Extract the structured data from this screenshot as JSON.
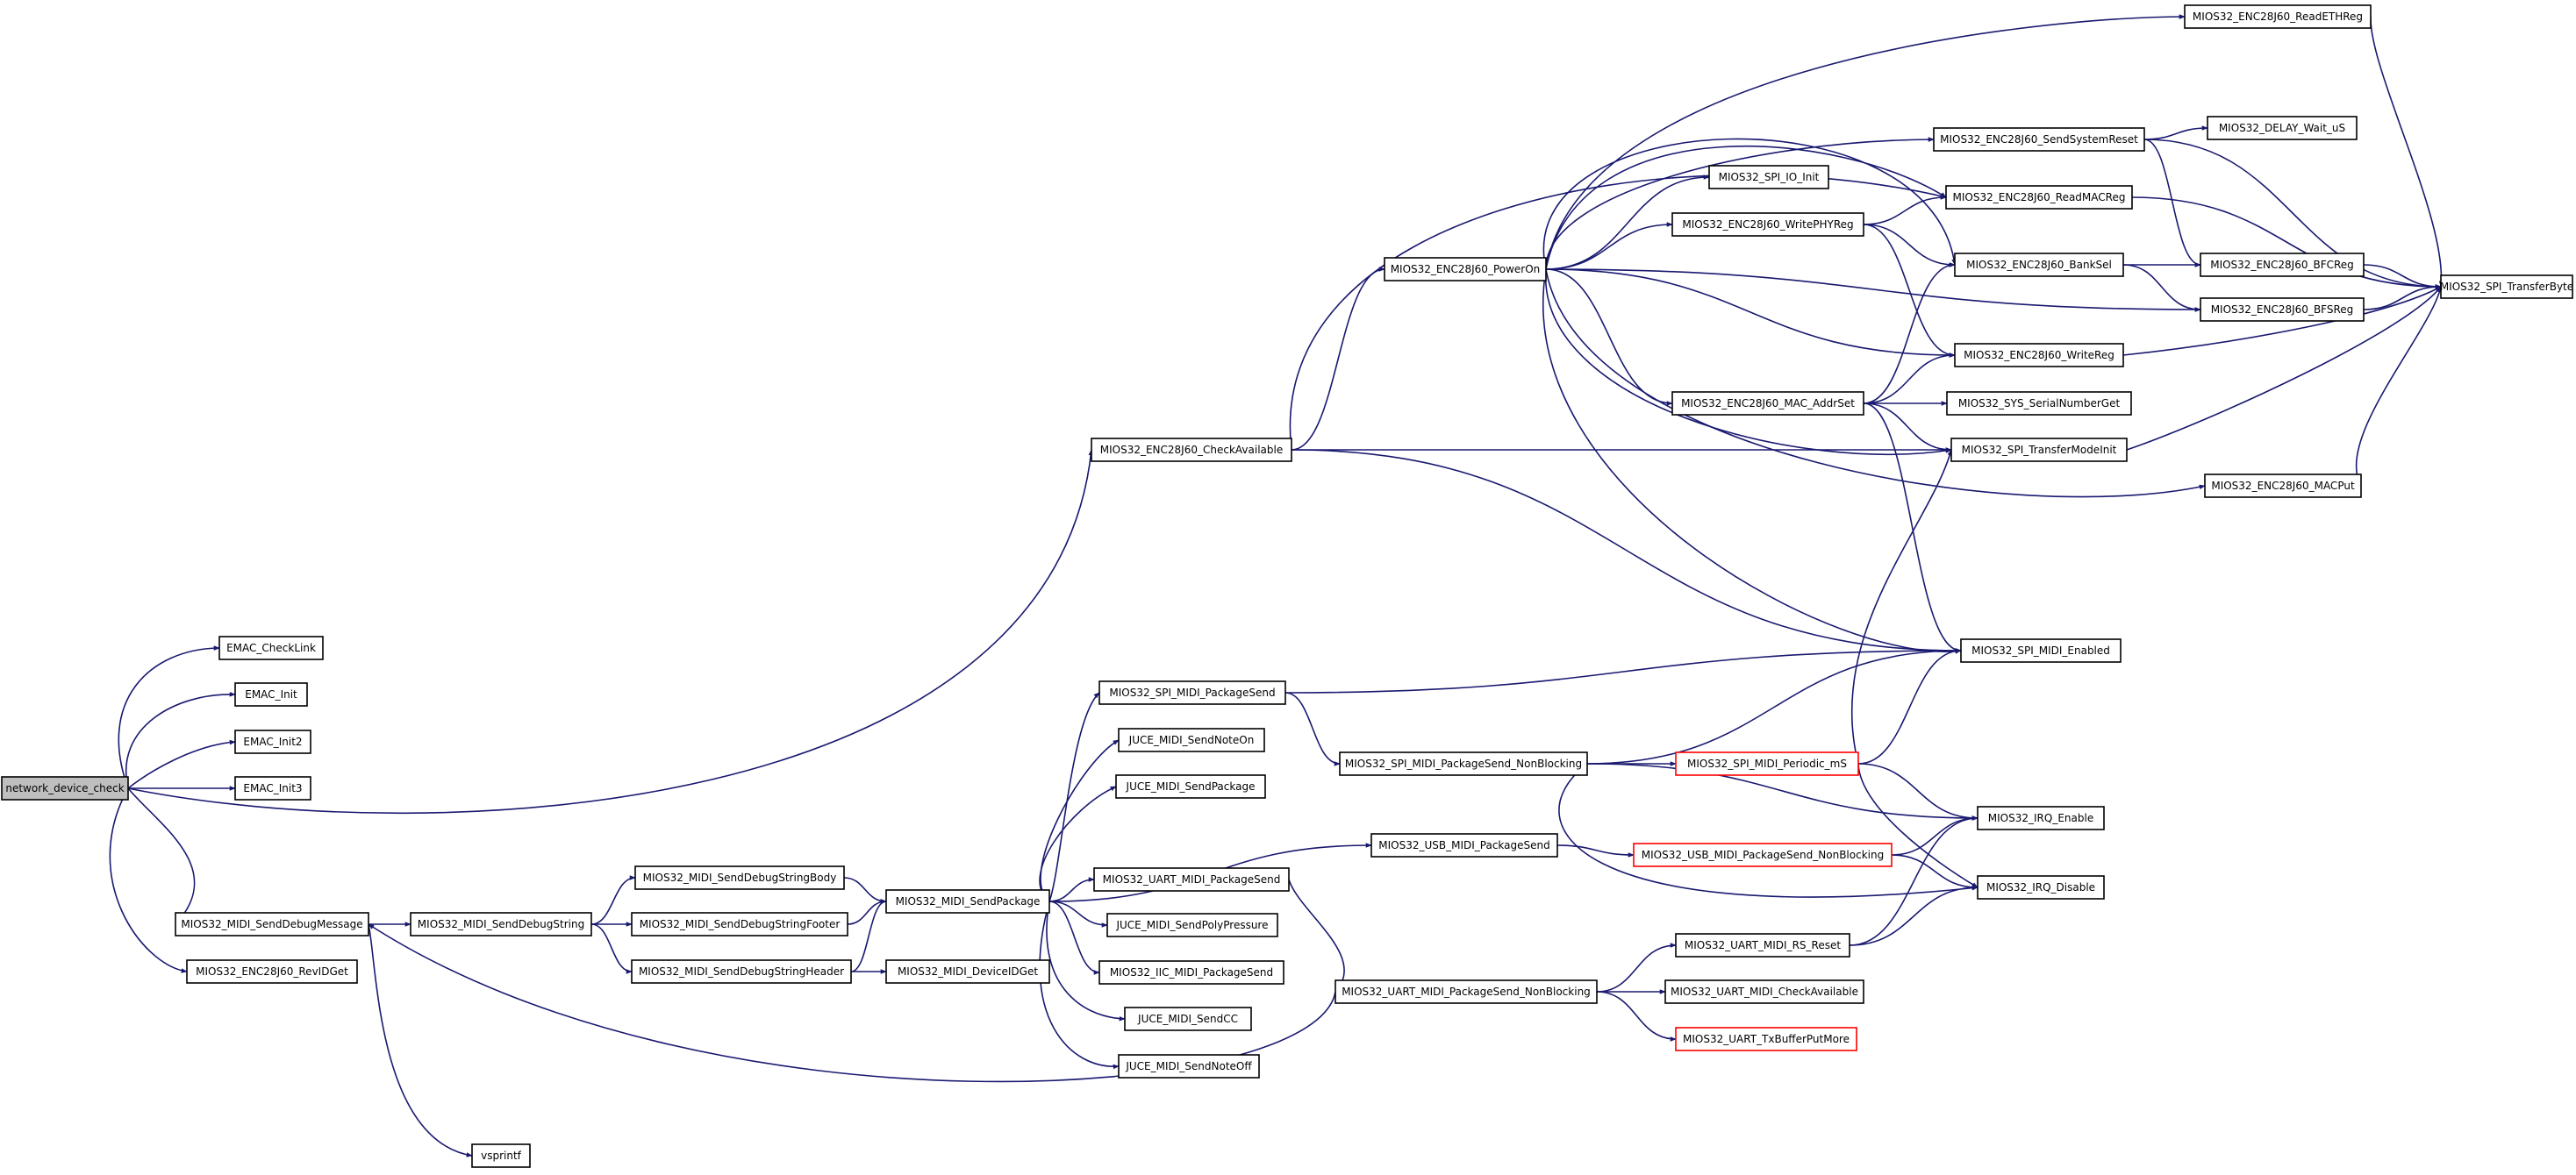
{
  "title": "network_device_check call graph",
  "colors": {
    "edge": "#191970",
    "box_border": "#000000",
    "truncated_border": "#ff0000",
    "root_fill": "#bfbfbf"
  },
  "nodes": [
    {
      "id": "network_device_check",
      "label": "network_device_check",
      "kind": "root"
    },
    {
      "id": "EMAC_CheckLink",
      "label": "EMAC_CheckLink"
    },
    {
      "id": "EMAC_Init",
      "label": "EMAC_Init"
    },
    {
      "id": "EMAC_Init2",
      "label": "EMAC_Init2"
    },
    {
      "id": "EMAC_Init3",
      "label": "EMAC_Init3"
    },
    {
      "id": "MIOS32_MIDI_SendDebugMessage",
      "label": "MIOS32_MIDI_SendDebugMessage"
    },
    {
      "id": "MIOS32_ENC28J60_RevIDGet",
      "label": "MIOS32_ENC28J60_RevIDGet"
    },
    {
      "id": "MIOS32_MIDI_SendDebugString",
      "label": "MIOS32_MIDI_SendDebugString"
    },
    {
      "id": "vsprintf",
      "label": "vsprintf"
    },
    {
      "id": "MIOS32_MIDI_SendDebugStringBody",
      "label": "MIOS32_MIDI_SendDebugStringBody"
    },
    {
      "id": "MIOS32_MIDI_SendDebugStringFooter",
      "label": "MIOS32_MIDI_SendDebugStringFooter"
    },
    {
      "id": "MIOS32_MIDI_SendDebugStringHeader",
      "label": "MIOS32_MIDI_SendDebugStringHeader"
    },
    {
      "id": "MIOS32_MIDI_SendPackage",
      "label": "MIOS32_MIDI_SendPackage"
    },
    {
      "id": "MIOS32_MIDI_DeviceIDGet",
      "label": "MIOS32_MIDI_DeviceIDGet"
    },
    {
      "id": "MIOS32_SPI_MIDI_PackageSend",
      "label": "MIOS32_SPI_MIDI_PackageSend"
    },
    {
      "id": "JUCE_MIDI_SendNoteOn",
      "label": "JUCE_MIDI_SendNoteOn"
    },
    {
      "id": "JUCE_MIDI_SendPackage",
      "label": "JUCE_MIDI_SendPackage"
    },
    {
      "id": "MIOS32_UART_MIDI_PackageSend",
      "label": "MIOS32_UART_MIDI_PackageSend"
    },
    {
      "id": "JUCE_MIDI_SendPolyPressure",
      "label": "JUCE_MIDI_SendPolyPressure"
    },
    {
      "id": "MIOS32_IIC_MIDI_PackageSend",
      "label": "MIOS32_IIC_MIDI_PackageSend"
    },
    {
      "id": "JUCE_MIDI_SendCC",
      "label": "JUCE_MIDI_SendCC"
    },
    {
      "id": "JUCE_MIDI_SendNoteOff",
      "label": "JUCE_MIDI_SendNoteOff"
    },
    {
      "id": "MIOS32_ENC28J60_CheckAvailable",
      "label": "MIOS32_ENC28J60_CheckAvailable"
    },
    {
      "id": "MIOS32_ENC28J60_PowerOn",
      "label": "MIOS32_ENC28J60_PowerOn"
    },
    {
      "id": "MIOS32_SPI_MIDI_PackageSend_NonBlocking",
      "label": "MIOS32_SPI_MIDI_PackageSend_NonBlocking"
    },
    {
      "id": "MIOS32_USB_MIDI_PackageSend",
      "label": "MIOS32_USB_MIDI_PackageSend"
    },
    {
      "id": "MIOS32_UART_MIDI_PackageSend_NonBlocking",
      "label": "MIOS32_UART_MIDI_PackageSend_NonBlocking"
    },
    {
      "id": "MIOS32_SPI_IO_Init",
      "label": "MIOS32_SPI_IO_Init"
    },
    {
      "id": "MIOS32_ENC28J60_WritePHYReg",
      "label": "MIOS32_ENC28J60_WritePHYReg"
    },
    {
      "id": "MIOS32_ENC28J60_MAC_AddrSet",
      "label": "MIOS32_ENC28J60_MAC_AddrSet"
    },
    {
      "id": "MIOS32_SPI_MIDI_Periodic_mS",
      "label": "MIOS32_SPI_MIDI_Periodic_mS",
      "kind": "truncated"
    },
    {
      "id": "MIOS32_USB_MIDI_PackageSend_NonBlocking",
      "label": "MIOS32_USB_MIDI_PackageSend_NonBlocking",
      "kind": "truncated"
    },
    {
      "id": "MIOS32_UART_MIDI_RS_Reset",
      "label": "MIOS32_UART_MIDI_RS_Reset"
    },
    {
      "id": "MIOS32_UART_MIDI_CheckAvailable",
      "label": "MIOS32_UART_MIDI_CheckAvailable"
    },
    {
      "id": "MIOS32_UART_TxBufferPutMore",
      "label": "MIOS32_UART_TxBufferPutMore",
      "kind": "truncated"
    },
    {
      "id": "MIOS32_ENC28J60_SendSystemReset",
      "label": "MIOS32_ENC28J60_SendSystemReset"
    },
    {
      "id": "MIOS32_ENC28J60_ReadMACReg",
      "label": "MIOS32_ENC28J60_ReadMACReg"
    },
    {
      "id": "MIOS32_ENC28J60_BankSel",
      "label": "MIOS32_ENC28J60_BankSel"
    },
    {
      "id": "MIOS32_ENC28J60_WriteReg",
      "label": "MIOS32_ENC28J60_WriteReg"
    },
    {
      "id": "MIOS32_SYS_SerialNumberGet",
      "label": "MIOS32_SYS_SerialNumberGet"
    },
    {
      "id": "MIOS32_SPI_TransferModeInit",
      "label": "MIOS32_SPI_TransferModeInit"
    },
    {
      "id": "MIOS32_SPI_MIDI_Enabled",
      "label": "MIOS32_SPI_MIDI_Enabled"
    },
    {
      "id": "MIOS32_IRQ_Enable",
      "label": "MIOS32_IRQ_Enable"
    },
    {
      "id": "MIOS32_IRQ_Disable",
      "label": "MIOS32_IRQ_Disable"
    },
    {
      "id": "MIOS32_ENC28J60_ReadETHReg",
      "label": "MIOS32_ENC28J60_ReadETHReg"
    },
    {
      "id": "MIOS32_DELAY_Wait_uS",
      "label": "MIOS32_DELAY_Wait_uS"
    },
    {
      "id": "MIOS32_ENC28J60_BFCReg",
      "label": "MIOS32_ENC28J60_BFCReg"
    },
    {
      "id": "MIOS32_ENC28J60_BFSReg",
      "label": "MIOS32_ENC28J60_BFSReg"
    },
    {
      "id": "MIOS32_ENC28J60_MACPut",
      "label": "MIOS32_ENC28J60_MACPut"
    },
    {
      "id": "MIOS32_SPI_TransferByte",
      "label": "MIOS32_SPI_TransferByte"
    }
  ],
  "edges": [
    [
      "network_device_check",
      "EMAC_CheckLink"
    ],
    [
      "network_device_check",
      "EMAC_Init"
    ],
    [
      "network_device_check",
      "EMAC_Init2"
    ],
    [
      "network_device_check",
      "EMAC_Init3"
    ],
    [
      "network_device_check",
      "MIOS32_MIDI_SendDebugMessage"
    ],
    [
      "network_device_check",
      "MIOS32_ENC28J60_RevIDGet"
    ],
    [
      "network_device_check",
      "MIOS32_ENC28J60_CheckAvailable"
    ],
    [
      "MIOS32_MIDI_SendDebugMessage",
      "MIOS32_MIDI_SendDebugString"
    ],
    [
      "MIOS32_MIDI_SendDebugMessage",
      "vsprintf"
    ],
    [
      "MIOS32_MIDI_SendDebugString",
      "MIOS32_MIDI_SendDebugStringBody"
    ],
    [
      "MIOS32_MIDI_SendDebugString",
      "MIOS32_MIDI_SendDebugStringFooter"
    ],
    [
      "MIOS32_MIDI_SendDebugString",
      "MIOS32_MIDI_SendDebugStringHeader"
    ],
    [
      "MIOS32_MIDI_SendDebugStringBody",
      "MIOS32_MIDI_SendPackage"
    ],
    [
      "MIOS32_MIDI_SendDebugStringFooter",
      "MIOS32_MIDI_SendPackage"
    ],
    [
      "MIOS32_MIDI_SendDebugStringHeader",
      "MIOS32_MIDI_SendPackage"
    ],
    [
      "MIOS32_MIDI_SendDebugStringHeader",
      "MIOS32_MIDI_DeviceIDGet"
    ],
    [
      "MIOS32_MIDI_SendPackage",
      "MIOS32_SPI_MIDI_PackageSend"
    ],
    [
      "MIOS32_MIDI_SendPackage",
      "JUCE_MIDI_SendNoteOn"
    ],
    [
      "MIOS32_MIDI_SendPackage",
      "JUCE_MIDI_SendPackage"
    ],
    [
      "MIOS32_MIDI_SendPackage",
      "MIOS32_USB_MIDI_PackageSend"
    ],
    [
      "MIOS32_MIDI_SendPackage",
      "MIOS32_UART_MIDI_PackageSend"
    ],
    [
      "MIOS32_MIDI_SendPackage",
      "JUCE_MIDI_SendPolyPressure"
    ],
    [
      "MIOS32_MIDI_SendPackage",
      "MIOS32_IIC_MIDI_PackageSend"
    ],
    [
      "MIOS32_MIDI_SendPackage",
      "JUCE_MIDI_SendCC"
    ],
    [
      "MIOS32_MIDI_SendPackage",
      "JUCE_MIDI_SendNoteOff"
    ],
    [
      "MIOS32_SPI_MIDI_PackageSend",
      "MIOS32_SPI_MIDI_Enabled"
    ],
    [
      "MIOS32_SPI_MIDI_PackageSend",
      "MIOS32_SPI_MIDI_PackageSend_NonBlocking"
    ],
    [
      "MIOS32_SPI_MIDI_PackageSend_NonBlocking",
      "MIOS32_SPI_MIDI_Periodic_mS"
    ],
    [
      "MIOS32_SPI_MIDI_PackageSend_NonBlocking",
      "MIOS32_SPI_MIDI_Enabled"
    ],
    [
      "MIOS32_SPI_MIDI_PackageSend_NonBlocking",
      "MIOS32_IRQ_Enable"
    ],
    [
      "MIOS32_SPI_MIDI_PackageSend_NonBlocking",
      "MIOS32_IRQ_Disable"
    ],
    [
      "MIOS32_SPI_MIDI_Periodic_mS",
      "MIOS32_SPI_TransferModeInit"
    ],
    [
      "MIOS32_SPI_MIDI_Periodic_mS",
      "MIOS32_SPI_MIDI_Enabled"
    ],
    [
      "MIOS32_SPI_MIDI_Periodic_mS",
      "MIOS32_IRQ_Enable"
    ],
    [
      "MIOS32_SPI_MIDI_Periodic_mS",
      "MIOS32_IRQ_Disable"
    ],
    [
      "MIOS32_USB_MIDI_PackageSend",
      "MIOS32_USB_MIDI_PackageSend_NonBlocking"
    ],
    [
      "MIOS32_USB_MIDI_PackageSend_NonBlocking",
      "MIOS32_IRQ_Enable"
    ],
    [
      "MIOS32_USB_MIDI_PackageSend_NonBlocking",
      "MIOS32_IRQ_Disable"
    ],
    [
      "MIOS32_UART_MIDI_PackageSend",
      "MIOS32_UART_MIDI_PackageSend_NonBlocking"
    ],
    [
      "MIOS32_UART_MIDI_PackageSend_NonBlocking",
      "MIOS32_UART_MIDI_RS_Reset"
    ],
    [
      "MIOS32_UART_MIDI_PackageSend_NonBlocking",
      "MIOS32_UART_MIDI_CheckAvailable"
    ],
    [
      "MIOS32_UART_MIDI_PackageSend_NonBlocking",
      "MIOS32_UART_TxBufferPutMore"
    ],
    [
      "MIOS32_UART_MIDI_PackageSend_NonBlocking",
      "MIOS32_MIDI_SendDebugMessage"
    ],
    [
      "MIOS32_UART_MIDI_RS_Reset",
      "MIOS32_IRQ_Enable"
    ],
    [
      "MIOS32_UART_MIDI_RS_Reset",
      "MIOS32_IRQ_Disable"
    ],
    [
      "MIOS32_ENC28J60_CheckAvailable",
      "MIOS32_ENC28J60_PowerOn"
    ],
    [
      "MIOS32_ENC28J60_CheckAvailable",
      "MIOS32_ENC28J60_ReadMACReg"
    ],
    [
      "MIOS32_ENC28J60_CheckAvailable",
      "MIOS32_SPI_TransferModeInit"
    ],
    [
      "MIOS32_ENC28J60_CheckAvailable",
      "MIOS32_SPI_MIDI_Enabled"
    ],
    [
      "MIOS32_ENC28J60_PowerOn",
      "MIOS32_ENC28J60_ReadETHReg"
    ],
    [
      "MIOS32_ENC28J60_PowerOn",
      "MIOS32_ENC28J60_SendSystemReset"
    ],
    [
      "MIOS32_ENC28J60_PowerOn",
      "MIOS32_SPI_IO_Init"
    ],
    [
      "MIOS32_ENC28J60_PowerOn",
      "MIOS32_ENC28J60_WritePHYReg"
    ],
    [
      "MIOS32_ENC28J60_PowerOn",
      "MIOS32_ENC28J60_ReadMACReg"
    ],
    [
      "MIOS32_ENC28J60_PowerOn",
      "MIOS32_ENC28J60_BankSel"
    ],
    [
      "MIOS32_ENC28J60_PowerOn",
      "MIOS32_ENC28J60_BFSReg"
    ],
    [
      "MIOS32_ENC28J60_PowerOn",
      "MIOS32_ENC28J60_WriteReg"
    ],
    [
      "MIOS32_ENC28J60_PowerOn",
      "MIOS32_ENC28J60_MAC_AddrSet"
    ],
    [
      "MIOS32_ENC28J60_PowerOn",
      "MIOS32_SPI_TransferModeInit"
    ],
    [
      "MIOS32_ENC28J60_PowerOn",
      "MIOS32_ENC28J60_MACPut"
    ],
    [
      "MIOS32_ENC28J60_PowerOn",
      "MIOS32_SPI_MIDI_Enabled"
    ],
    [
      "MIOS32_ENC28J60_WritePHYReg",
      "MIOS32_ENC28J60_ReadMACReg"
    ],
    [
      "MIOS32_ENC28J60_WritePHYReg",
      "MIOS32_ENC28J60_BankSel"
    ],
    [
      "MIOS32_ENC28J60_WritePHYReg",
      "MIOS32_ENC28J60_WriteReg"
    ],
    [
      "MIOS32_ENC28J60_MAC_AddrSet",
      "MIOS32_ENC28J60_BankSel"
    ],
    [
      "MIOS32_ENC28J60_MAC_AddrSet",
      "MIOS32_ENC28J60_WriteReg"
    ],
    [
      "MIOS32_ENC28J60_MAC_AddrSet",
      "MIOS32_SYS_SerialNumberGet"
    ],
    [
      "MIOS32_ENC28J60_MAC_AddrSet",
      "MIOS32_SPI_TransferModeInit"
    ],
    [
      "MIOS32_ENC28J60_MAC_AddrSet",
      "MIOS32_SPI_MIDI_Enabled"
    ],
    [
      "MIOS32_ENC28J60_SendSystemReset",
      "MIOS32_DELAY_Wait_uS"
    ],
    [
      "MIOS32_ENC28J60_SendSystemReset",
      "MIOS32_ENC28J60_BFCReg"
    ],
    [
      "MIOS32_ENC28J60_SendSystemReset",
      "MIOS32_SPI_TransferByte"
    ],
    [
      "MIOS32_ENC28J60_ReadMACReg",
      "MIOS32_SPI_TransferByte"
    ],
    [
      "MIOS32_ENC28J60_BankSel",
      "MIOS32_ENC28J60_BFCReg"
    ],
    [
      "MIOS32_ENC28J60_BankSel",
      "MIOS32_ENC28J60_BFSReg"
    ],
    [
      "MIOS32_ENC28J60_WriteReg",
      "MIOS32_SPI_TransferByte"
    ],
    [
      "MIOS32_SPI_TransferModeInit",
      "MIOS32_SPI_TransferByte"
    ],
    [
      "MIOS32_ENC28J60_ReadETHReg",
      "MIOS32_SPI_TransferByte"
    ],
    [
      "MIOS32_ENC28J60_BFCReg",
      "MIOS32_SPI_TransferByte"
    ],
    [
      "MIOS32_ENC28J60_BFSReg",
      "MIOS32_SPI_TransferByte"
    ],
    [
      "MIOS32_ENC28J60_MACPut",
      "MIOS32_SPI_TransferByte"
    ]
  ]
}
